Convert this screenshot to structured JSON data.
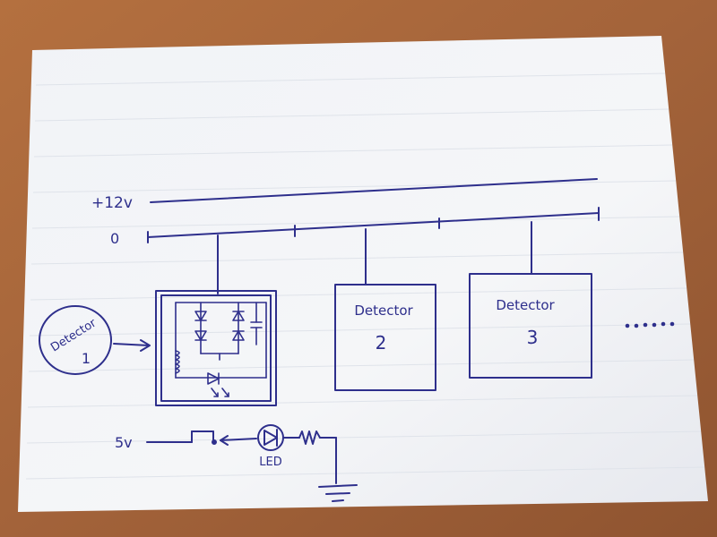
{
  "rails": {
    "positive": "+12v",
    "ground": "0"
  },
  "detectors": [
    {
      "title": "Detector",
      "number": "1"
    },
    {
      "title": "Detector",
      "number": "2"
    },
    {
      "title": "Detector",
      "number": "3"
    }
  ],
  "continuation": "......",
  "led_circuit": {
    "supply": "5v",
    "led_label": "LED"
  },
  "colors": {
    "ink": "#2e2f8c",
    "paper": "#f3f4f6",
    "desk": "#a8673a"
  }
}
